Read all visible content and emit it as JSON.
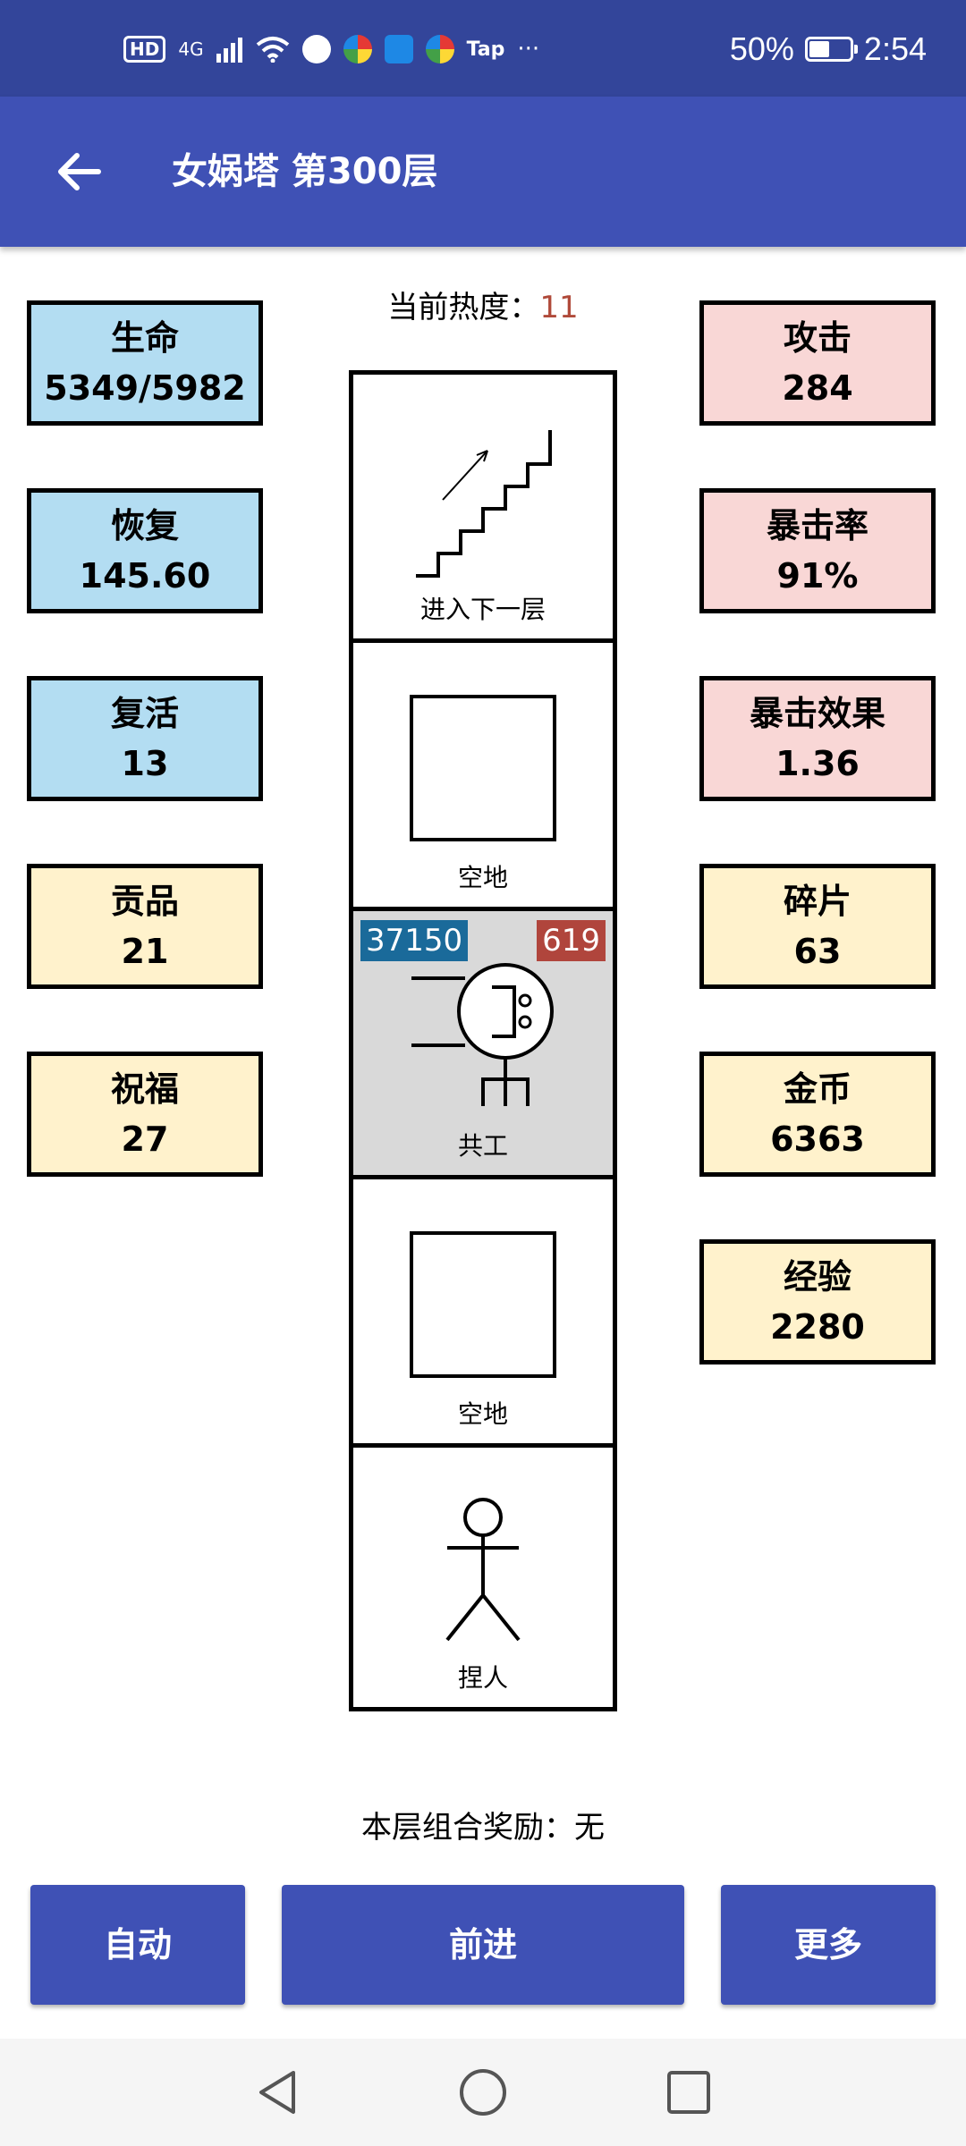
{
  "status_bar": {
    "hd": "HD",
    "network": "4G",
    "tap": "Tap",
    "more": "···",
    "battery": "50%",
    "time": "2:54"
  },
  "app_bar": {
    "title": "女娲塔 第300层"
  },
  "heat": {
    "label": "当前热度：",
    "value": "11"
  },
  "left_stats": [
    {
      "label": "生命",
      "value": "5349/5982"
    },
    {
      "label": "恢复",
      "value": "145.60"
    },
    {
      "label": "复活",
      "value": "13"
    },
    {
      "label": "贡品",
      "value": "21"
    },
    {
      "label": "祝福",
      "value": "27"
    }
  ],
  "right_stats": [
    {
      "label": "攻击",
      "value": "284"
    },
    {
      "label": "暴击率",
      "value": "91%"
    },
    {
      "label": "暴击效果",
      "value": "1.36"
    },
    {
      "label": "碎片",
      "value": "63"
    },
    {
      "label": "金币",
      "value": "6363"
    },
    {
      "label": "经验",
      "value": "2280"
    }
  ],
  "tower": {
    "cells": [
      {
        "label": "进入下一层"
      },
      {
        "label": "空地"
      },
      {
        "label": "共工",
        "hp": "37150",
        "attack": "619"
      },
      {
        "label": "空地"
      },
      {
        "label": "捏人"
      }
    ]
  },
  "combo": {
    "text": "本层组合奖励：无"
  },
  "buttons": {
    "auto": "自动",
    "forward": "前进",
    "more": "更多"
  },
  "colors": {
    "status_bar": "#33459a",
    "app_bar": "#3f51b5",
    "stat_blue": "#b3ddf2",
    "stat_pink": "#f9d7d6",
    "stat_yellow": "#fff2cc",
    "hp_badge": "#1a6a9a",
    "attack_badge": "#b0453c",
    "heat_value": "#b04a3a"
  }
}
